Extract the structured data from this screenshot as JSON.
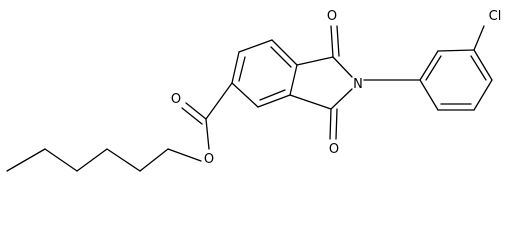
{
  "molecule": {
    "atoms": {
      "o_carbonyl_top": "O",
      "nitrogen": "N",
      "o_carbonyl_bottom": "O",
      "o_ester_carbonyl": "O",
      "o_ester": "O",
      "chlorine": "Cl"
    }
  }
}
